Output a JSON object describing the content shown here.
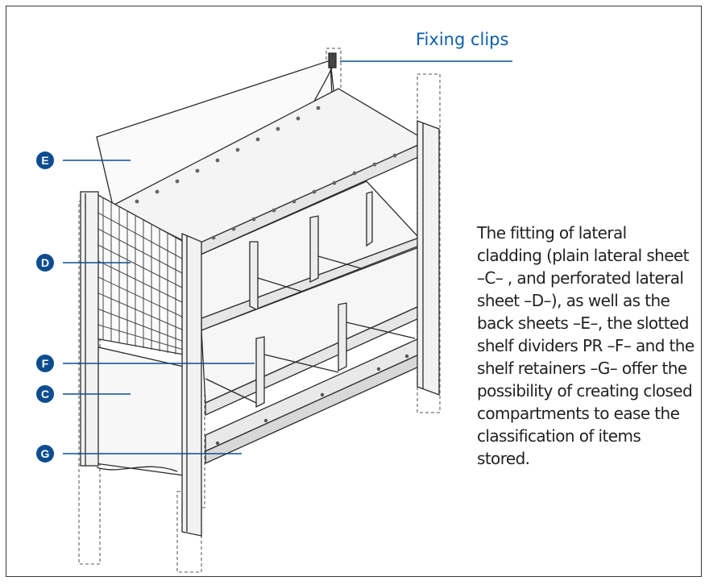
{
  "fixing_clips_label": "Fixing clips",
  "description": "The fitting of lateral cladding (plain lateral sheet –C– , and perforated lateral sheet –D–), as well as the back sheets –E–, the slotted shelf dividers PR –F– and the shelf retainers –G– offer the possibility of creating closed compartments to ease the classification of items stored.",
  "callouts": [
    {
      "id": "E",
      "letter": "E"
    },
    {
      "id": "D",
      "letter": "D"
    },
    {
      "id": "F",
      "letter": "F"
    },
    {
      "id": "C",
      "letter": "C"
    },
    {
      "id": "G",
      "letter": "G"
    }
  ],
  "colors": {
    "accent": "#0d5fa8",
    "badge": "#0d4d8f",
    "line": "#0d4d8f"
  }
}
